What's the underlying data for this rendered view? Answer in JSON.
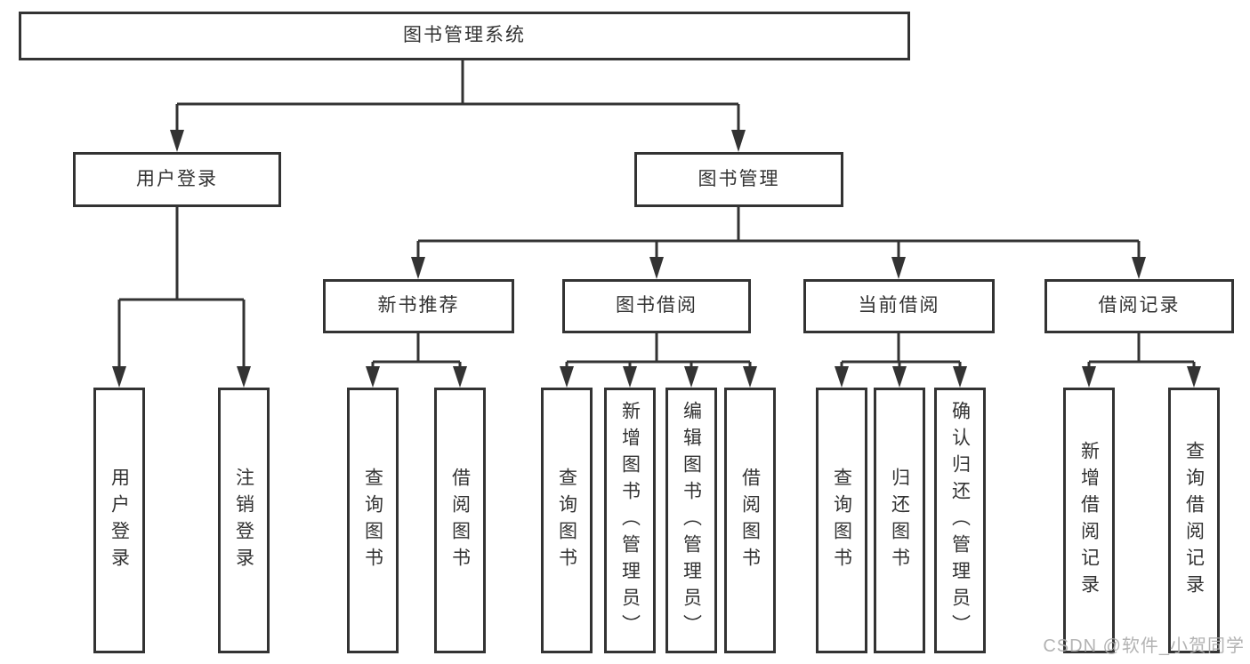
{
  "title": "图书管理系统",
  "watermark": "CSDN @软件_小贺同学",
  "colors": {
    "line": "#333333",
    "text": "#333333",
    "background": "#ffffff",
    "watermark": "#ababab"
  },
  "branches": {
    "user_login": {
      "label": "用户登录",
      "children": [
        "用户登录",
        "注销登录"
      ]
    },
    "book_management": {
      "label": "图书管理",
      "sections": {
        "new_book_recommend": {
          "label": "新书推荐",
          "children": [
            "查询图书",
            "借阅图书"
          ]
        },
        "book_borrowing": {
          "label": "图书借阅",
          "children": [
            "查询图书",
            "新增图书（管理员）",
            "编辑图书（管理员）",
            "借阅图书"
          ]
        },
        "current_borrowing": {
          "label": "当前借阅",
          "children": [
            "查询图书",
            "归还图书",
            "确认归还（管理员）"
          ]
        },
        "borrowing_records": {
          "label": "借阅记录",
          "children": [
            "新增借阅记录",
            "查询借阅记录"
          ]
        }
      }
    }
  }
}
